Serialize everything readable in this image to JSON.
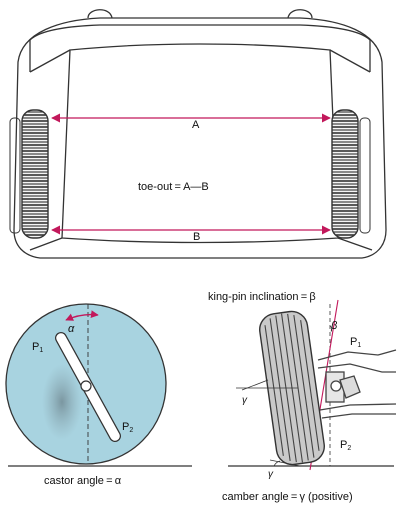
{
  "top_diagram": {
    "label_a": "A",
    "label_b": "B",
    "formula": "toe-out = A—B"
  },
  "castor_diagram": {
    "alpha": "α",
    "p1": "P",
    "p1_sub": "1",
    "p2": "P",
    "p2_sub": "2",
    "caption": "castor angle = α"
  },
  "camber_diagram": {
    "kingpin_caption": "king-pin inclination = β",
    "beta": "β",
    "gamma_upper": "γ",
    "gamma_lower": "γ",
    "p1": "P",
    "p1_sub": "1",
    "p2": "P",
    "p2_sub": "2",
    "caption": "camber angle = γ (positive)"
  },
  "colors": {
    "accent_magenta": "#c2185b",
    "wheel_blue": "#a8d3e0",
    "tyre_dark": "#333333"
  }
}
